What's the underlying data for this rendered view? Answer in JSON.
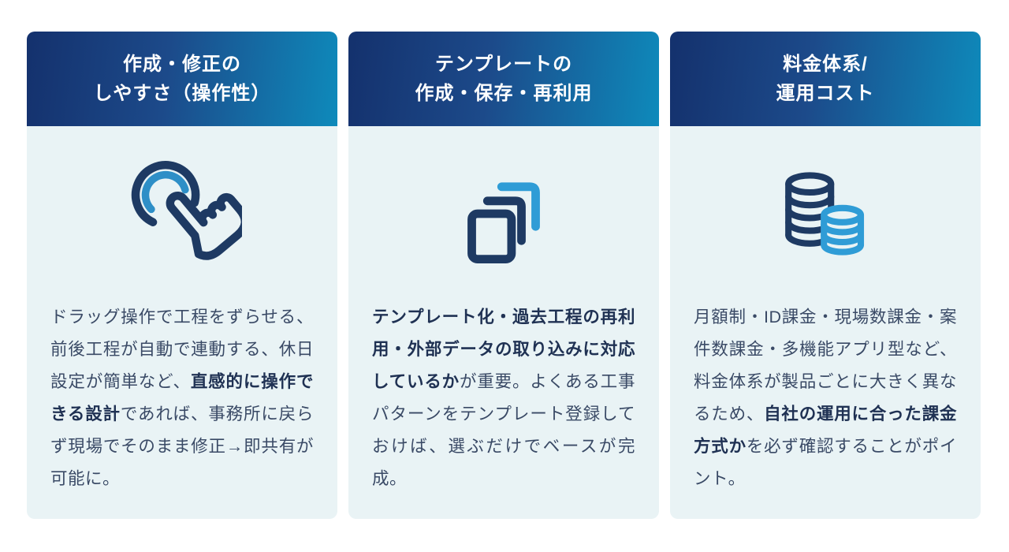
{
  "colors": {
    "page_bg": "#ffffff",
    "header_gradient_start": "#14316d",
    "header_gradient_end": "#0e8abb",
    "card_body_bg": "#e9f3f5",
    "body_text": "#3a4a66",
    "body_text_bold": "#1f3153",
    "icon_navy": "#1e3a63",
    "icon_blue": "#2f9cd6"
  },
  "cards": [
    {
      "id": "operability",
      "title_lines": [
        "作成・修正の",
        "しやすさ（操作性）"
      ],
      "icon": "tap-click-icon",
      "body_segments": [
        {
          "text": "ドラッグ操作で工程をずらせる、前後工程が自動で連動する、休日設定が簡単など、",
          "bold": false
        },
        {
          "text": "直感的に操作できる設計",
          "bold": true
        },
        {
          "text": "であれば、事務所に戻らず現場でそのまま修正→即共有が可能に。",
          "bold": false
        }
      ]
    },
    {
      "id": "template",
      "title_lines": [
        "テンプレートの",
        "作成・保存・再利用"
      ],
      "icon": "template-copy-icon",
      "body_segments": [
        {
          "text": "テンプレート化・過去工程の再利用・外部データの取り込みに対応しているか",
          "bold": true
        },
        {
          "text": "が重要。よくある工事パターンをテンプレート登録しておけば、選ぶだけでベースが完成。",
          "bold": false
        }
      ]
    },
    {
      "id": "pricing",
      "title_lines": [
        "料金体系/",
        "運用コスト"
      ],
      "icon": "coins-icon",
      "body_segments": [
        {
          "text": "月額制・ID課金・現場数課金・案件数課金・多機能アプリ型など、料金体系が製品ごとに大きく異なるため、",
          "bold": false
        },
        {
          "text": "自社の運用に合った課金方式か",
          "bold": true
        },
        {
          "text": "を必ず確認することがポイント。",
          "bold": false
        }
      ]
    }
  ]
}
